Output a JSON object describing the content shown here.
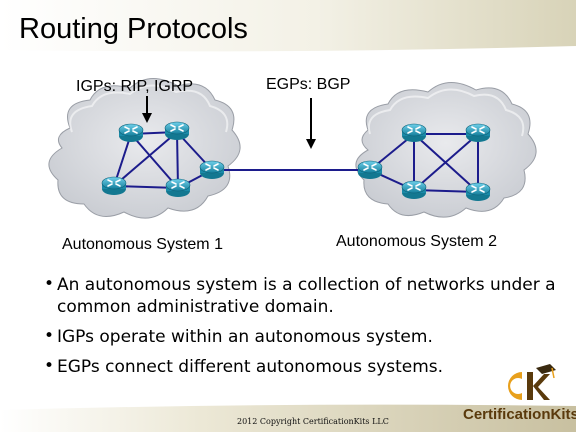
{
  "slide": {
    "title": "Routing Protocols",
    "labels": {
      "igp": "IGPs: RIP, IGRP",
      "egp": "EGPs: BGP",
      "as1": "Autonomous System 1",
      "as2": "Autonomous System 2"
    },
    "bullets": [
      "An autonomous system is a collection of networks under a common administrative domain.",
      "IGPs operate within an autonomous system.",
      "EGPs connect different autonomous systems."
    ],
    "bullet_glyph": "•",
    "footer": {
      "copyright": "2012 Copyright CertificationKits LLC",
      "brand": "CertificationKits"
    }
  },
  "colors": {
    "title_band": "#d8d3b8",
    "footer_band": "#c8c0a0",
    "cloud": "#d7d9dd",
    "router": "#2aa3c4",
    "link": "#1c1c8c",
    "logo_orange": "#e8a01c",
    "brand_text": "#5a3a0c"
  },
  "icons": [
    "router-icon",
    "cloud-icon",
    "arrow-down-icon",
    "certificationkits-logo-icon"
  ]
}
